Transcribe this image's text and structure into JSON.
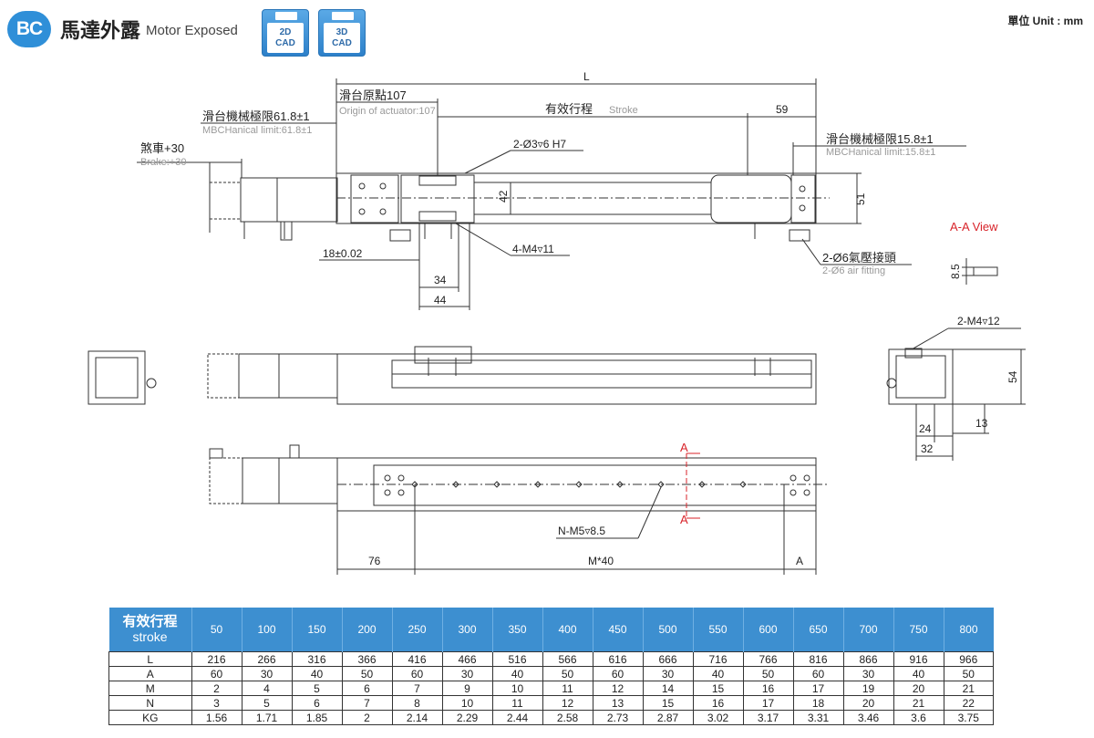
{
  "header": {
    "badge": "BC",
    "title_cn": "馬達外露",
    "title_en": "Motor Exposed",
    "cad_buttons": [
      {
        "line1": "2D",
        "line2": "CAD"
      },
      {
        "line1": "3D",
        "line2": "CAD"
      }
    ],
    "unit_label": "單位 Unit : mm"
  },
  "drawing": {
    "top_view": {
      "L": "L",
      "origin_cn": "滑台原點107",
      "origin_en": "Origin of actuator:107",
      "stroke_cn": "有效行程",
      "stroke_en": "Stroke",
      "dim_59": "59",
      "mech_limit_left_cn": "滑台機械極限61.8±1",
      "mech_limit_left_en": "MBCHanical limit:61.8±1",
      "mech_limit_right_cn": "滑台機械極限15.8±1",
      "mech_limit_right_en": "MBCHanical limit:15.8±1",
      "brake_cn": "煞車+30",
      "brake_en": "Brake:+30",
      "hole_2_03": "2-Ø3▿6 H7",
      "dim_42": "42",
      "dim_51": "51",
      "dim_18": "18±0.02",
      "m4_11": "4-M4▿11",
      "dim_34": "34",
      "dim_44": "44",
      "air_fitting_cn": "2-Ø6氣壓接頭",
      "air_fitting_en": "2-Ø6 air fitting"
    },
    "aa_view": {
      "label": "A-A View",
      "dim_8_5": "8.5"
    },
    "end_view": {
      "m4_12": "2-M4▿12",
      "dim_54": "54",
      "dim_24": "24",
      "dim_13": "13",
      "dim_32": "32"
    },
    "bottom_view": {
      "a_mark": "A",
      "nm5": "N-M5▿8.5",
      "dim_76": "76",
      "m40": "M*40",
      "dim_a": "A"
    }
  },
  "table": {
    "head_cn": "有效行程",
    "head_en": "stroke",
    "strokes": [
      "50",
      "100",
      "150",
      "200",
      "250",
      "300",
      "350",
      "400",
      "450",
      "500",
      "550",
      "600",
      "650",
      "700",
      "750",
      "800"
    ],
    "rows": [
      {
        "label": "L",
        "values": [
          "216",
          "266",
          "316",
          "366",
          "416",
          "466",
          "516",
          "566",
          "616",
          "666",
          "716",
          "766",
          "816",
          "866",
          "916",
          "966"
        ]
      },
      {
        "label": "A",
        "values": [
          "60",
          "30",
          "40",
          "50",
          "60",
          "30",
          "40",
          "50",
          "60",
          "30",
          "40",
          "50",
          "60",
          "30",
          "40",
          "50"
        ]
      },
      {
        "label": "M",
        "values": [
          "2",
          "4",
          "5",
          "6",
          "7",
          "9",
          "10",
          "11",
          "12",
          "14",
          "15",
          "16",
          "17",
          "19",
          "20",
          "21"
        ]
      },
      {
        "label": "N",
        "values": [
          "3",
          "5",
          "6",
          "7",
          "8",
          "10",
          "11",
          "12",
          "13",
          "15",
          "16",
          "17",
          "18",
          "20",
          "21",
          "22"
        ]
      },
      {
        "label": "KG",
        "values": [
          "1.56",
          "1.71",
          "1.85",
          "2",
          "2.14",
          "2.29",
          "2.44",
          "2.58",
          "2.73",
          "2.87",
          "3.02",
          "3.17",
          "3.31",
          "3.46",
          "3.6",
          "3.75"
        ]
      }
    ]
  }
}
